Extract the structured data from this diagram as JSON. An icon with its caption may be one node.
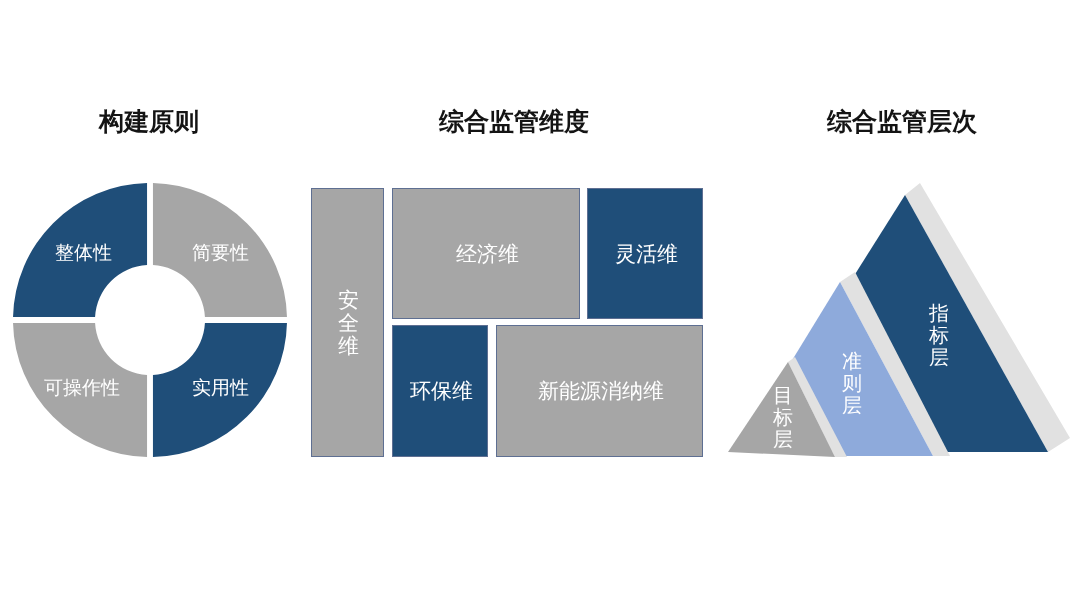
{
  "diagram": {
    "nodes": [
      {
        "text": [
          "整体性"
        ]
      },
      {
        "text": [
          "简要性"
        ]
      },
      {
        "text": [
          "可操作性"
        ]
      },
      {
        "text": [
          "实用性"
        ]
      },
      {
        "text": [
          "安全维"
        ]
      },
      {
        "text": [
          "经济维"
        ]
      },
      {
        "text": [
          "灵活维"
        ]
      },
      {
        "text": [
          "环保维"
        ]
      },
      {
        "text": [
          "新能源消纳维"
        ]
      },
      {
        "text": [
          "目标层"
        ]
      },
      {
        "text": [
          "准则层"
        ]
      },
      {
        "text": [
          "指标层"
        ]
      }
    ],
    "labels": [
      "构建原则",
      "综合监管维度",
      "综合监管层次"
    ]
  }
}
